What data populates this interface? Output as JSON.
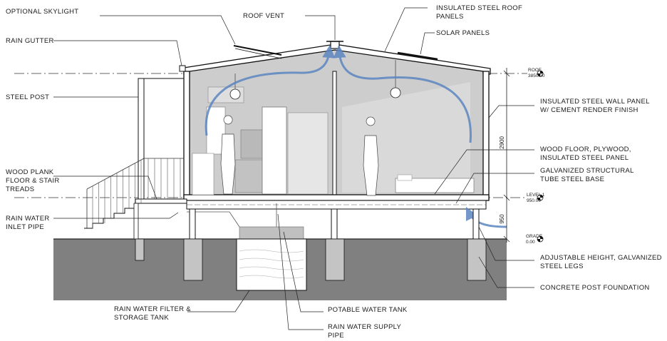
{
  "labels": {
    "optional_skylight": "OPTIONAL SKYLIGHT",
    "rain_gutter": "RAIN GUTTER",
    "steel_post": "STEEL POST",
    "wood_plank_1": "WOOD PLANK",
    "wood_plank_2": "FLOOR & STAIR",
    "wood_plank_3": "TREADS",
    "rain_water_inlet_1": "RAIN WATER",
    "rain_water_inlet_2": "INLET PIPE",
    "roof_vent": "ROOF VENT",
    "insulated_roof_1": "INSULATED STEEL ROOF",
    "insulated_roof_2": "PANELS",
    "solar_panels": "SOLAR PANELS",
    "insulated_wall_1": "INSULATED STEEL WALL PANEL",
    "insulated_wall_2": "W/ CEMENT RENDER FINISH",
    "wood_floor_1": "WOOD FLOOR, PLYWOOD,",
    "wood_floor_2": "INSULATED STEEL PANEL",
    "galv_base_1": "GALVANIZED STRUCTURAL",
    "galv_base_2": "TUBE STEEL BASE",
    "adjustable_legs_1": "ADJUSTABLE HEIGHT, GALVANIZED",
    "adjustable_legs_2": "STEEL LEGS",
    "concrete_post": "CONCRETE POST FOUNDATION",
    "filter_tank_1": "RAIN WATER FILTER &",
    "filter_tank_2": "STORAGE TANK",
    "potable_tank": "POTABLE WATER TANK",
    "supply_pipe_1": "RAIN WATER SUPPLY",
    "supply_pipe_2": "PIPE"
  },
  "levels": {
    "roof_name": "ROOF",
    "roof_value": "3850.00",
    "level1_name": "LEVEL 1",
    "level1_value": "950.00",
    "grade_name": "GRADE",
    "grade_value": "0.00"
  },
  "dimensions": {
    "upper": "2900",
    "lower": "950"
  },
  "colors": {
    "ground": "#808080",
    "interior": "#cdcdcd",
    "airflow": "#5b86c0",
    "post": "#c4c4c4"
  }
}
